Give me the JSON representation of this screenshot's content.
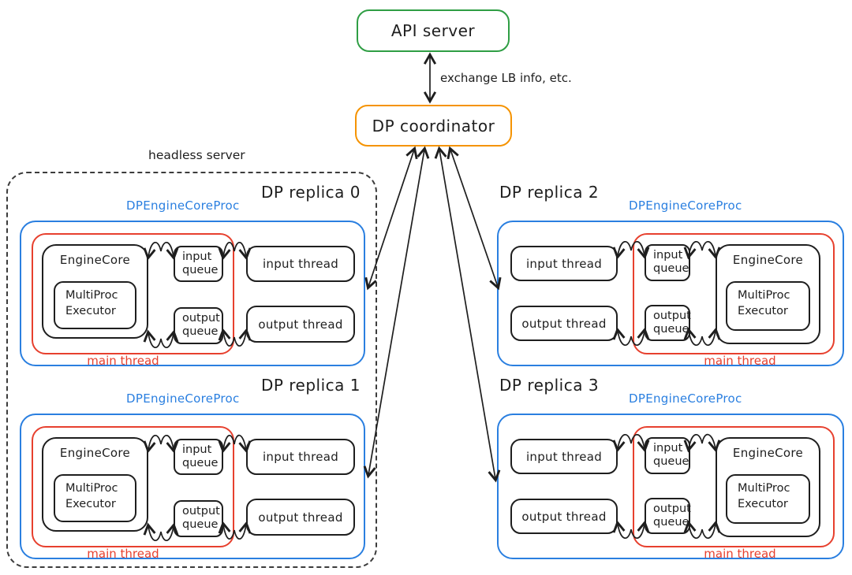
{
  "nodes": {
    "api_server": "API server",
    "dp_coordinator": "DP coordinator"
  },
  "annotations": {
    "exchange_info": "exchange LB info, etc.",
    "headless_server": "headless server"
  },
  "replica_common": {
    "proc_label": "DPEngineCoreProc",
    "main_thread_label": "main thread",
    "engine_core": "EngineCore",
    "multiproc_executor": "MultiProc Executor",
    "input_queue": "input queue",
    "output_queue": "output queue",
    "input_thread": "input thread",
    "output_thread": "output thread"
  },
  "replicas": [
    {
      "title": "DP replica 0"
    },
    {
      "title": "DP replica 1"
    },
    {
      "title": "DP replica 2"
    },
    {
      "title": "DP replica 3"
    }
  ],
  "colors": {
    "api_server_border": "#2f9e44",
    "coordinator_border": "#f59300",
    "engine_proc_border": "#2a7fe0",
    "main_thread_border": "#e7402e",
    "ink": "#1e1e1e"
  }
}
